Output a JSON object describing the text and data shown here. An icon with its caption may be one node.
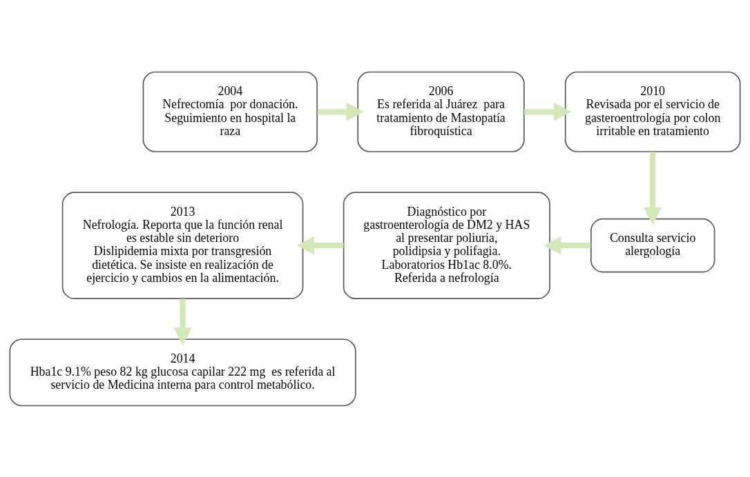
{
  "diagram": {
    "nodes": [
      {
        "text": [
          "2004",
          "Nefrectomía  por donación. Seguimiento en hospital la raza"
        ]
      },
      {
        "text": [
          "2006",
          "Es referida al Juárez  para tratamiento de Mastopatía fibroquística"
        ]
      },
      {
        "text": [
          "2010",
          "Revisada por el servicio de gasteroentrología por colon irritable en tratamiento"
        ]
      },
      {
        "text": [
          "Consulta servicio alergología"
        ]
      },
      {
        "text": [
          "Diagnóstico por gastroenterología de DM2 y HAS al presentar poliuria, polidipsia y polifagia. Laboratorios Hb1ac 8.0%. Referida a nefrología"
        ]
      },
      {
        "text": [
          "2013",
          "Nefrología. Reporta que la función renal es estable sin deterioro",
          "Dislipidemia mixta por transgresión dietética. Se insiste en realización de ejercicio y cambios en la alimentación."
        ]
      },
      {
        "text": [
          "2014",
          "Hba1c 9.1% peso 82 kg glucosa capilar 222 mg  es referida al servicio de Medicina interna para control metabólico."
        ]
      }
    ],
    "edges": [
      {
        "from": 0,
        "to": 1,
        "arrow": "to"
      },
      {
        "from": 1,
        "to": 2,
        "arrow": "to"
      },
      {
        "from": 2,
        "to": 3,
        "arrow": "to"
      },
      {
        "from": 3,
        "to": 4,
        "arrow": "to"
      },
      {
        "from": 4,
        "to": 5,
        "arrow": "to"
      },
      {
        "from": 5,
        "to": 6,
        "arrow": "to"
      }
    ]
  }
}
